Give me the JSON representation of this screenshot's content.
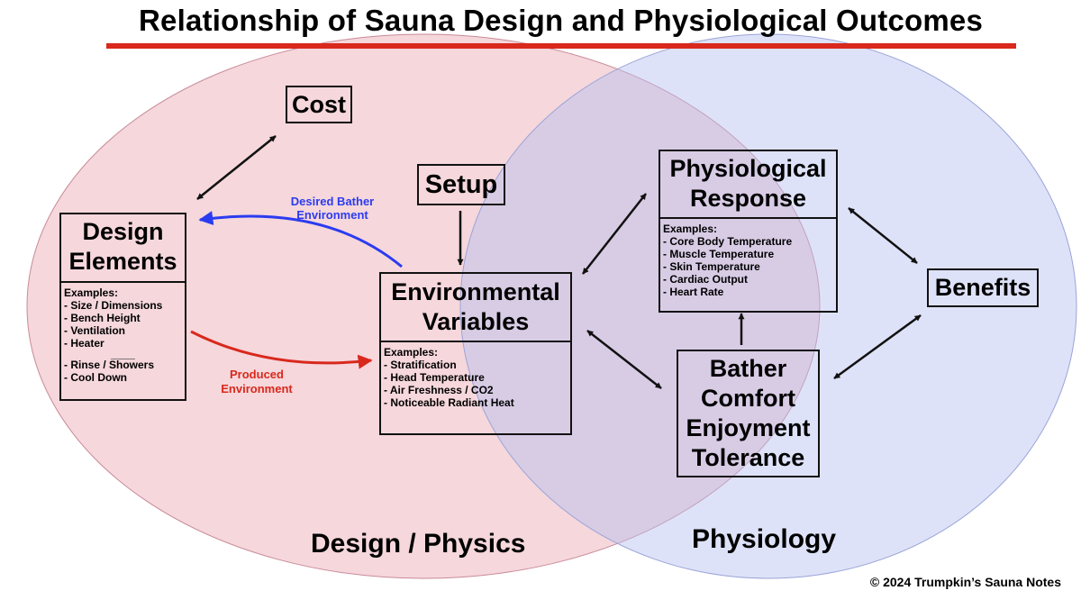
{
  "title": "Relationship of Sauna Design and Physiological Outcomes",
  "colors": {
    "title_underline": "#d9281c",
    "left_circle": "#e8a6b2",
    "right_circle": "#b5bff0",
    "desired_arrow": "#2b3bf0",
    "produced_arrow": "#d9281c",
    "arrow": "#111111"
  },
  "nodes": {
    "cost": {
      "title": "Cost"
    },
    "setup": {
      "title": "Setup"
    },
    "design": {
      "title_line1": "Design",
      "title_line2": "Elements",
      "examples_label": "Examples:",
      "examples": [
        "- Size / Dimensions",
        "- Bench Height",
        "- Ventilation",
        "- Heater"
      ],
      "separator": "____",
      "examples2": [
        "- Rinse / Showers",
        "- Cool Down"
      ]
    },
    "environmental": {
      "title_line1": "Environmental",
      "title_line2": "Variables",
      "examples_label": "Examples:",
      "examples": [
        "- Stratification",
        "- Head Temperature",
        "- Air Freshness / CO2",
        "- Noticeable Radiant Heat"
      ]
    },
    "physiological": {
      "title_line1": "Physiological",
      "title_line2": "Response",
      "examples_label": "Examples:",
      "examples": [
        "- Core Body Temperature",
        "- Muscle Temperature",
        "- Skin Temperature",
        "- Cardiac Output",
        "- Heart Rate"
      ]
    },
    "bather": {
      "lines": [
        "Bather",
        "Comfort",
        "Enjoyment",
        "Tolerance"
      ]
    },
    "benefits": {
      "title": "Benefits"
    }
  },
  "edges": {
    "desired_line1": "Desired Bather",
    "desired_line2": "Environment",
    "produced_line1": "Produced",
    "produced_line2": "Environment"
  },
  "regions": {
    "left": "Design / Physics",
    "right": "Physiology"
  },
  "copyright": "© 2024 Trumpkin’s Sauna Notes"
}
